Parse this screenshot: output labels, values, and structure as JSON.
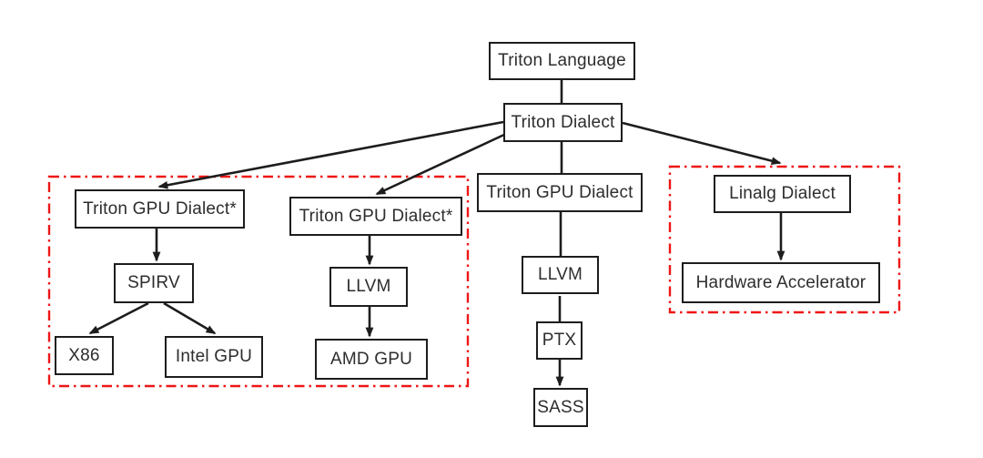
{
  "diagram": {
    "description": "Triton compilation pipeline flowchart",
    "nodes": {
      "triton_language": "Triton Language",
      "triton_dialect": "Triton Dialect",
      "triton_gpu_dialect_intel": "Triton GPU Dialect*",
      "triton_gpu_dialect_amd": "Triton GPU Dialect*",
      "triton_gpu_dialect_nvidia": "Triton GPU Dialect",
      "linalg_dialect": "Linalg Dialect",
      "spirv": "SPIRV",
      "llvm_amd": "LLVM",
      "llvm_nvidia": "LLVM",
      "hardware_accelerator": "Hardware Accelerator",
      "x86": "X86",
      "intel_gpu": "Intel GPU",
      "amd_gpu": "AMD GPU",
      "ptx": "PTX",
      "sass": "SASS"
    },
    "edges": [
      {
        "from": "Triton Language",
        "to": "Triton Dialect",
        "arrowhead": false
      },
      {
        "from": "Triton Dialect",
        "to": "Triton GPU Dialect* (left)",
        "arrowhead": true
      },
      {
        "from": "Triton Dialect",
        "to": "Triton GPU Dialect* (mid-left)",
        "arrowhead": true
      },
      {
        "from": "Triton Dialect",
        "to": "Triton GPU Dialect (center)",
        "arrowhead": false
      },
      {
        "from": "Triton Dialect",
        "to": "Linalg Dialect group",
        "arrowhead": true
      },
      {
        "from": "Triton GPU Dialect* (left)",
        "to": "SPIRV",
        "arrowhead": true
      },
      {
        "from": "SPIRV",
        "to": "X86",
        "arrowhead": true
      },
      {
        "from": "SPIRV",
        "to": "Intel GPU",
        "arrowhead": true
      },
      {
        "from": "Triton GPU Dialect* (mid-left)",
        "to": "LLVM",
        "arrowhead": true
      },
      {
        "from": "LLVM",
        "to": "AMD GPU",
        "arrowhead": true
      },
      {
        "from": "Triton GPU Dialect (center)",
        "to": "LLVM",
        "arrowhead": false
      },
      {
        "from": "LLVM",
        "to": "PTX",
        "arrowhead": false
      },
      {
        "from": "PTX",
        "to": "SASS",
        "arrowhead": true
      },
      {
        "from": "Linalg Dialect",
        "to": "Hardware Accelerator",
        "arrowhead": true
      }
    ],
    "highlight_groups": [
      {
        "name": "left-red-dashed-box",
        "contains": [
          "Triton GPU Dialect*",
          "SPIRV",
          "X86",
          "Intel GPU",
          "Triton GPU Dialect*",
          "LLVM",
          "AMD GPU"
        ]
      },
      {
        "name": "right-red-dashed-box",
        "contains": [
          "Linalg Dialect",
          "Hardware Accelerator"
        ]
      }
    ],
    "colors": {
      "line": "#1d1d1d",
      "box_border": "#1d1d1d",
      "text": "#2d2d2d",
      "highlight_border": "#ee1616",
      "background": "#ffffff"
    }
  }
}
